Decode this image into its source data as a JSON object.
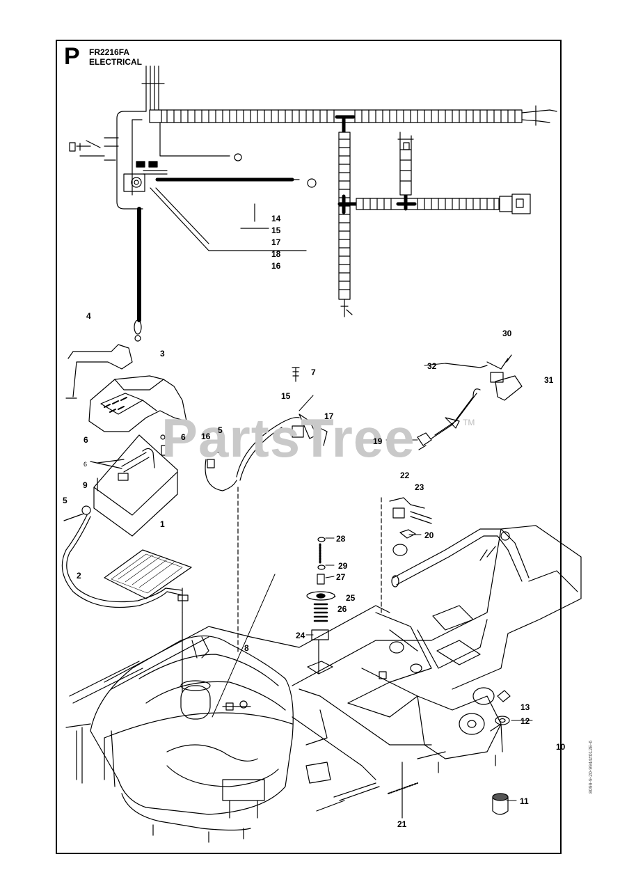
{
  "header": {
    "page_letter": "P",
    "model": "FR2216FA",
    "section": "ELECTRICAL"
  },
  "watermark": {
    "text": "PartsTree",
    "tm": "TM"
  },
  "side_code": "8099-9-20-9944#012E-6",
  "parts": [
    {
      "id": "p14",
      "text": "14"
    },
    {
      "id": "p15a",
      "text": "15"
    },
    {
      "id": "p17a",
      "text": "17"
    },
    {
      "id": "p18",
      "text": "18"
    },
    {
      "id": "p16a",
      "text": "16"
    },
    {
      "id": "p4",
      "text": "4"
    },
    {
      "id": "p30",
      "text": "30"
    },
    {
      "id": "p3",
      "text": "3"
    },
    {
      "id": "p32",
      "text": "32"
    },
    {
      "id": "p7",
      "text": "7"
    },
    {
      "id": "p31",
      "text": "31"
    },
    {
      "id": "p15b",
      "text": "15"
    },
    {
      "id": "p17b",
      "text": "17"
    },
    {
      "id": "p5a",
      "text": "5"
    },
    {
      "id": "p6a",
      "text": "6"
    },
    {
      "id": "p6b",
      "text": "6"
    },
    {
      "id": "p16b",
      "text": "16"
    },
    {
      "id": "p19",
      "text": "19"
    },
    {
      "id": "p6c",
      "text": "6"
    },
    {
      "id": "p22",
      "text": "22"
    },
    {
      "id": "p9",
      "text": "9"
    },
    {
      "id": "p23",
      "text": "23"
    },
    {
      "id": "p5b",
      "text": "5"
    },
    {
      "id": "p1",
      "text": "1"
    },
    {
      "id": "p20",
      "text": "20"
    },
    {
      "id": "p28",
      "text": "28"
    },
    {
      "id": "p2",
      "text": "2"
    },
    {
      "id": "p29",
      "text": "29"
    },
    {
      "id": "p27",
      "text": "27"
    },
    {
      "id": "p25",
      "text": "25"
    },
    {
      "id": "p26",
      "text": "26"
    },
    {
      "id": "p24",
      "text": "24"
    },
    {
      "id": "p8",
      "text": "8"
    },
    {
      "id": "p13",
      "text": "13"
    },
    {
      "id": "p12",
      "text": "12"
    },
    {
      "id": "p10",
      "text": "10"
    },
    {
      "id": "p11",
      "text": "11"
    },
    {
      "id": "p21",
      "text": "21"
    }
  ]
}
